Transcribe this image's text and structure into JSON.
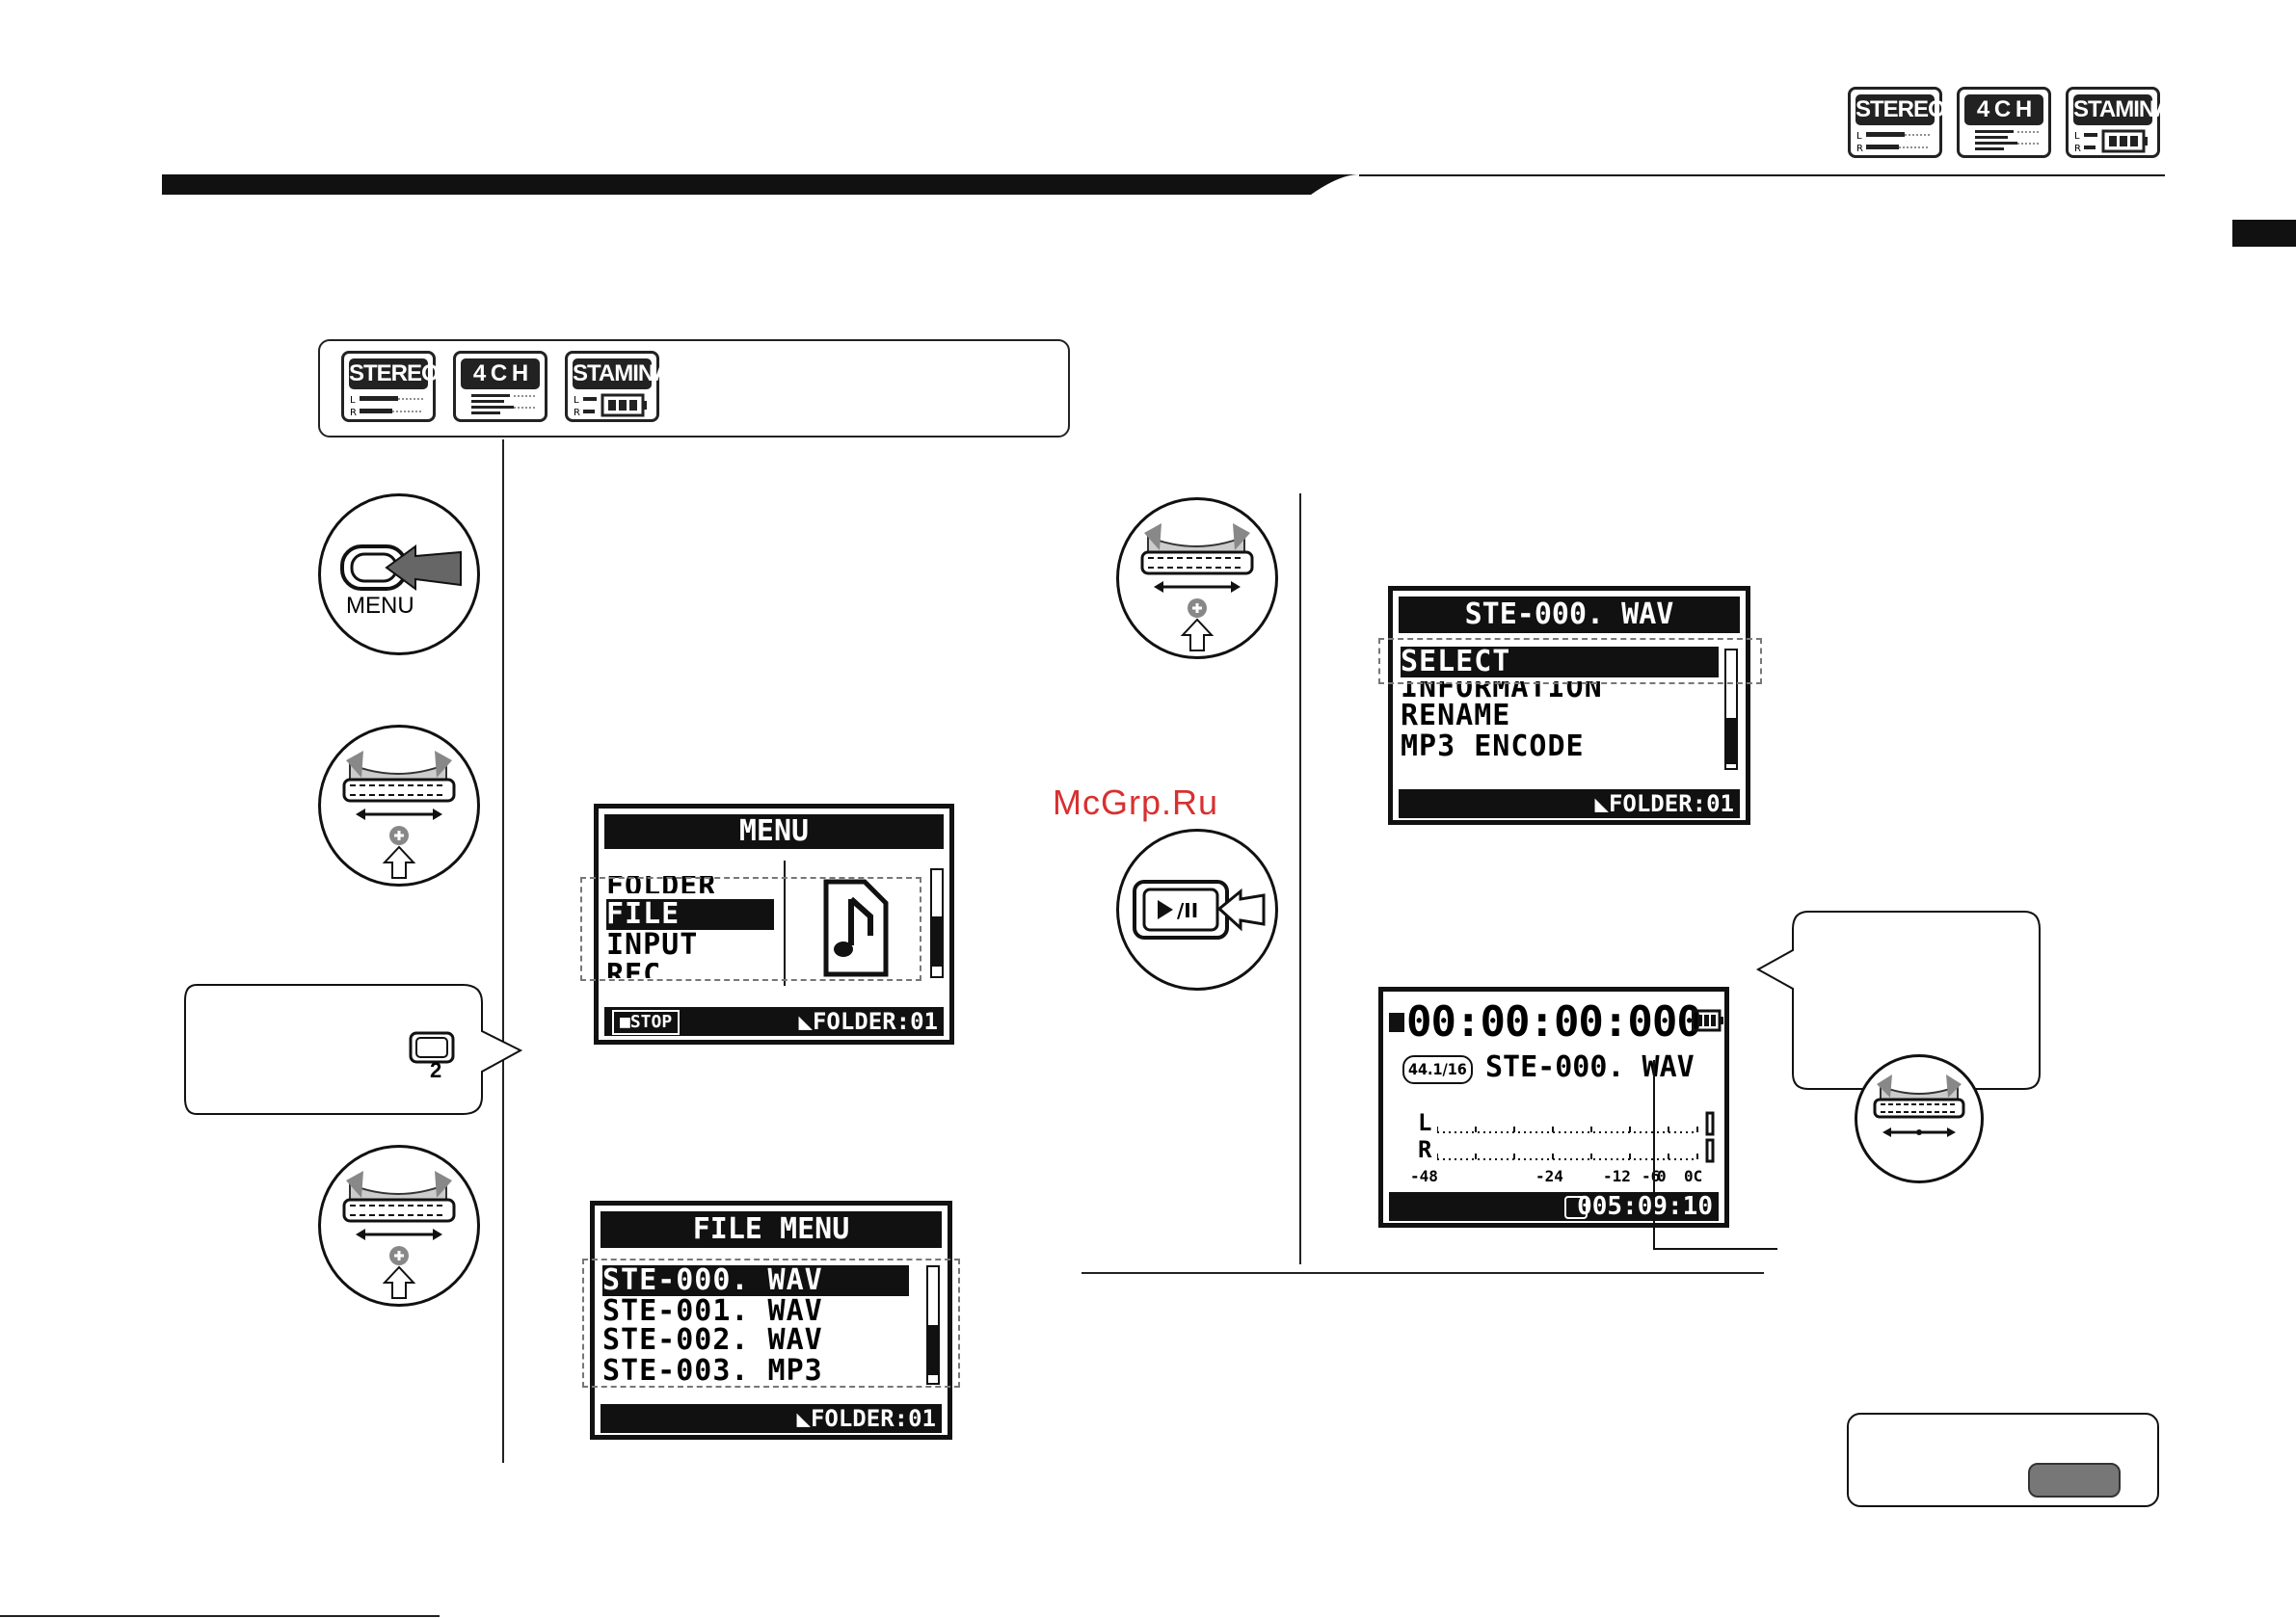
{
  "header": {
    "badges": [
      "STEREO",
      "4 C H",
      "STAMINA"
    ]
  },
  "mode_box": {
    "badges": [
      "STEREO",
      "4 C H",
      "STAMINA"
    ]
  },
  "icons": {
    "menu_button_label": "MENU",
    "hint_number": "2"
  },
  "menu_screen": {
    "title": "MENU",
    "items": [
      "FOLDER",
      "FILE",
      "INPUT",
      "REC"
    ],
    "selected": "FILE",
    "footer_left": "STOP",
    "footer_right": "FOLDER:01"
  },
  "file_menu_screen": {
    "title": "FILE MENU",
    "items": [
      "STE-000. WAV",
      "STE-001. WAV",
      "STE-002. WAV",
      "STE-003. MP3"
    ],
    "selected": "STE-000. WAV",
    "footer_right": "FOLDER:01"
  },
  "file_screen": {
    "title": "STE-000. WAV",
    "items": [
      "SELECT",
      "INFORMATION",
      "RENAME",
      "MP3 ENCODE"
    ],
    "selected": "SELECT",
    "footer_right": "FOLDER:01"
  },
  "play_screen": {
    "counter": "00:00:00:000",
    "format": "44.1/16",
    "filename": "STE-000. WAV",
    "meter_l": "L",
    "meter_r": "R",
    "scale": [
      "-48",
      "-24",
      "-12",
      "-6",
      "0",
      "0C"
    ],
    "remaining": "005:09:10"
  },
  "watermark": "McGrp.Ru"
}
